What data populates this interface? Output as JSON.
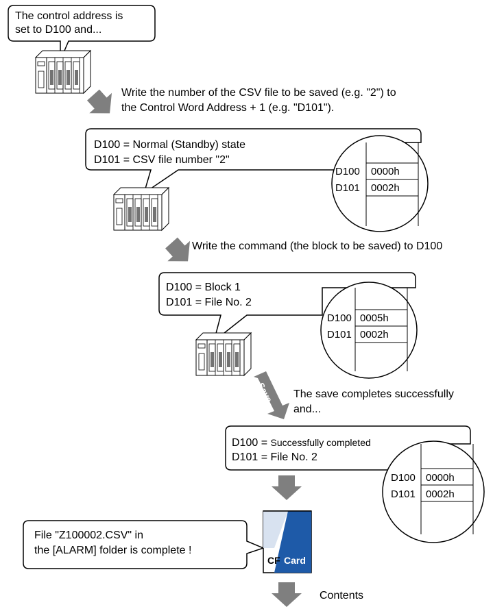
{
  "step1": {
    "bubble_line1": "The control address is",
    "bubble_line2": "set to D100 and...",
    "instruction_line1": "Write the number of the CSV file to be saved (e.g. \"2\") to",
    "instruction_line2": "the Control Word Address + 1 (e.g. \"D101\")."
  },
  "step2": {
    "bubble_line1": "D100 = Normal (Standby) state",
    "bubble_line2": "D101 = CSV file number \"2\"",
    "registers": [
      {
        "name": "D100",
        "value": "0000h"
      },
      {
        "name": "D101",
        "value": "0002h"
      }
    ],
    "instruction": "Write the command (the block to be saved) to D100"
  },
  "step3": {
    "bubble_line1": "D100 = Block 1",
    "bubble_line2": "D101 = File No. 2",
    "registers": [
      {
        "name": "D100",
        "value": "0005h"
      },
      {
        "name": "D101",
        "value": "0002h"
      }
    ],
    "save_arrow_label": "Save",
    "instruction_line1": "The save completes successfully",
    "instruction_line2": "and..."
  },
  "step4": {
    "bubble_line1_prefix": "D100 = ",
    "bubble_line1_rest": "Successfully completed",
    "bubble_line2": "D101 = File No. 2",
    "registers": [
      {
        "name": "D100",
        "value": "0000h"
      },
      {
        "name": "D101",
        "value": "0002h"
      }
    ]
  },
  "step5": {
    "bubble_line1": "File \"Z100002.CSV\" in",
    "bubble_line2": "the [ALARM] folder is complete !",
    "card_label_1": "CF",
    "card_label_2": "Card",
    "contents_label": "Contents"
  },
  "colors": {
    "arrow_gray": "#7f7f7f",
    "card_blue": "#1e5aa8",
    "line": "#000000"
  }
}
